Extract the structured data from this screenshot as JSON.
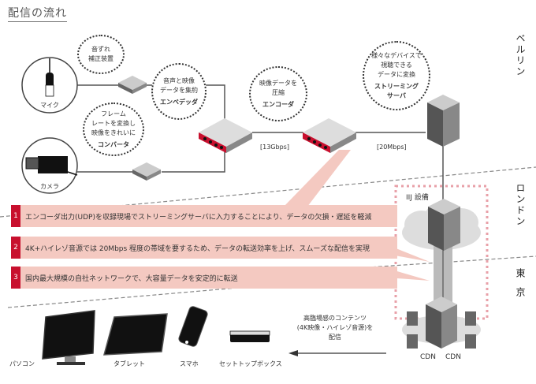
{
  "title": "配信の流れ",
  "regions": {
    "berlin": "ベルリン",
    "london": "ロンドン",
    "tokyo": "東京"
  },
  "sources": {
    "mic": "マイク",
    "camera": "カメラ"
  },
  "bubbles": {
    "audio_sync": {
      "lines": [
        "音ずれ",
        "補正装置"
      ],
      "name": ""
    },
    "converter": {
      "lines": [
        "フレーム",
        "レートを変換し",
        "映像をきれいに"
      ],
      "name": "コンバータ"
    },
    "embedder": {
      "lines": [
        "音声と映像",
        "データを集約"
      ],
      "name": "エンベデッダ"
    },
    "encoder": {
      "lines": [
        "映像データを",
        "圧縮"
      ],
      "name": "エンコーダ"
    },
    "streaming": {
      "lines": [
        "様々なデバイスで",
        "視聴できる",
        "データに変換"
      ],
      "name": "ストリーミング\nサーバ"
    }
  },
  "bandwidth": {
    "link1": "[13Gbps]",
    "link2": "[20Mbps]"
  },
  "iij_label": "IIJ 設備",
  "cdn_labels": [
    "CDN",
    "CDN"
  ],
  "points": [
    {
      "num": "1",
      "text": "エンコーダ出力(UDP)を収録現場でストリーミングサーバに入力することにより、データの欠損・遅延を軽減"
    },
    {
      "num": "2",
      "text": "4K+ハイレゾ音源では 20Mbps 程度の帯域を要するため、データの転送効率を上げ、スムーズな配信を実現"
    },
    {
      "num": "3",
      "text": "国内最大規模の自社ネットワークで、大容量データを安定的に転送"
    }
  ],
  "delivery": {
    "line1": "高臨場感のコンテンツ",
    "line2": "(4K映像・ハイレゾ音源)を",
    "line3": "配信"
  },
  "devices": [
    "パソコン",
    "タブレット",
    "スマホ",
    "セットトップボックス"
  ],
  "colors": {
    "accent": "#c8102e",
    "callout": "#f4c9c1",
    "iij_border": "#e8a0a8"
  }
}
